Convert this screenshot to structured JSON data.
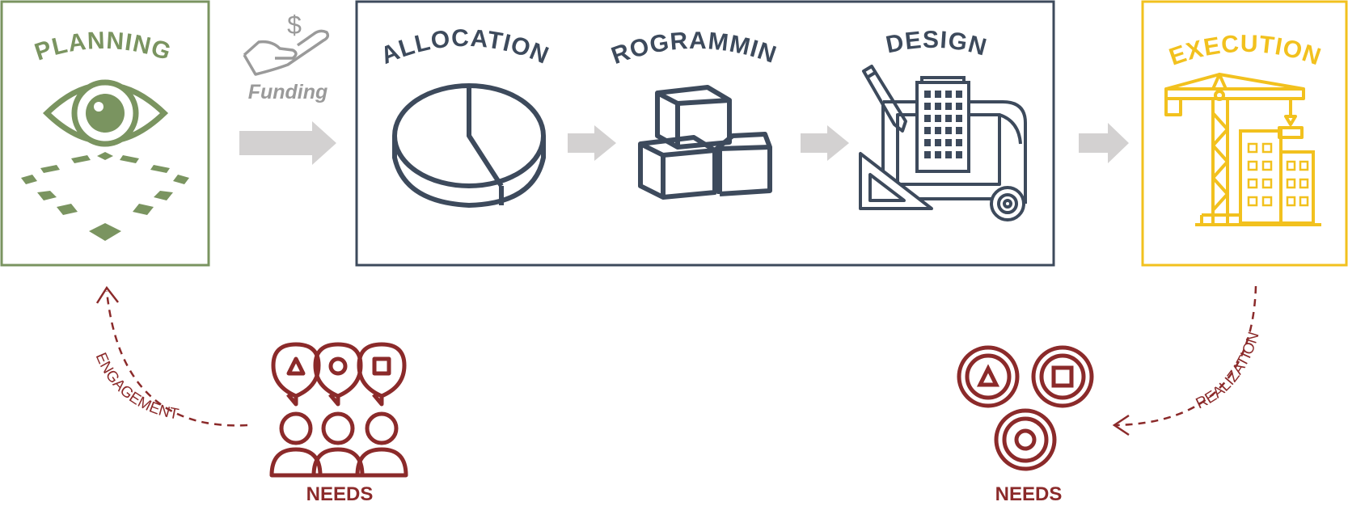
{
  "stages": {
    "planning": "PLANNING",
    "allocation": "ALLOCATION",
    "programming": "PROGRAMMING",
    "design": "DESIGN",
    "execution": "EXECUTION"
  },
  "funding_label": "Funding",
  "funding_symbol": "$",
  "engagement_label": "ENGAGEMENT",
  "realization_label": "REALIZATION",
  "needs_left": "NEEDS",
  "needs_right": "NEEDS",
  "colors": {
    "planning": "#7a9460",
    "process": "#3d4a5c",
    "execution": "#f2c11e",
    "needs": "#8b2a2a",
    "arrow": "#d3d1d1",
    "funding": "#9a9a9a"
  }
}
